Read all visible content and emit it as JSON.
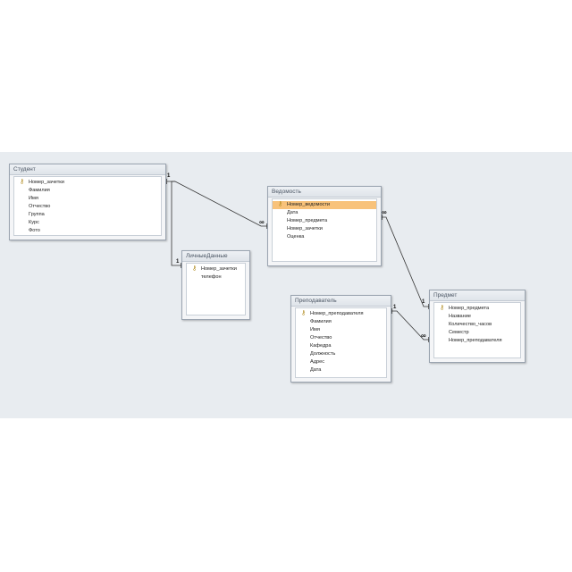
{
  "tables": {
    "student": {
      "title": "Студент",
      "fields": [
        "Номер_зачетки",
        "Фамилия",
        "Имя",
        "Отчество",
        "Группа",
        "Курс",
        "Фото"
      ]
    },
    "personal": {
      "title": "ЛичныеДанные",
      "fields": [
        "Номер_зачетки",
        "телефон"
      ]
    },
    "statement": {
      "title": "Ведомость",
      "fields": [
        "Номер_ведомости",
        "Дата",
        "Номер_предмета",
        "Номер_зачетки",
        "Оценка"
      ]
    },
    "teacher": {
      "title": "Преподаватель",
      "fields": [
        "Номер_преподавателя",
        "Фамилия",
        "Имя",
        "Отчество",
        "Кафедра",
        "Должность",
        "Адрес",
        "Дата"
      ]
    },
    "subject": {
      "title": "Предмет",
      "fields": [
        "Номер_предмета",
        "Название",
        "Количество_часов",
        "Семестр",
        "Номер_преподавателя"
      ]
    }
  },
  "relationships": {
    "one_label": "1",
    "many_label": "∞"
  },
  "icons": {
    "primary_key": "key-icon"
  },
  "colors": {
    "canvas": "#e8ecf0",
    "selected_field": "#f8c27a",
    "line": "#333333"
  }
}
